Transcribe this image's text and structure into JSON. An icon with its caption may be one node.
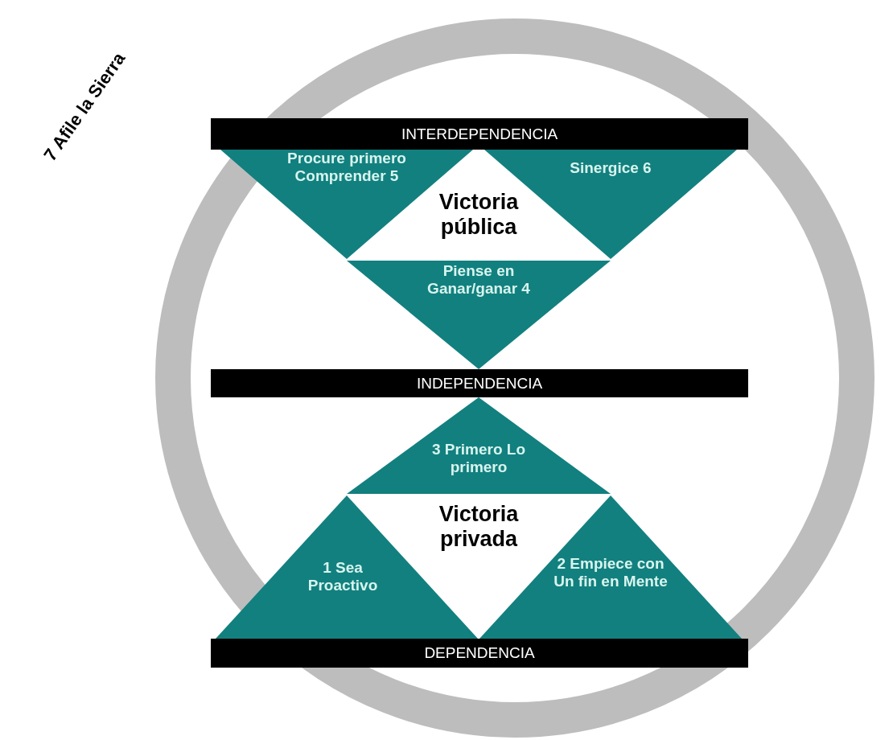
{
  "diagram": {
    "nodes": [
      {
        "text": [
          "7 Afile la Sierra"
        ]
      },
      {
        "text": [
          "INTERDEPENDENCIA"
        ],
        "in": 0
      },
      {
        "text": [
          "Procure primero Comprender 5"
        ],
        "in": 0
      },
      {
        "text": [
          "Sinergice 6"
        ],
        "in": 0
      },
      {
        "text": [
          "Victoria pública"
        ],
        "in": 0
      },
      {
        "text": [
          "Piense en Ganar/ganar 4"
        ],
        "in": 0
      },
      {
        "text": [
          "INDEPENDENCIA"
        ],
        "in": 0
      },
      {
        "text": [
          "3 Primero Lo primero"
        ],
        "in": 0
      },
      {
        "text": [
          "Victoria privada"
        ],
        "in": 0
      },
      {
        "text": [
          "1 Sea Proactivo"
        ],
        "in": 0
      },
      {
        "text": [
          "2 Empiece con Un fin en Mente"
        ],
        "in": 0
      },
      {
        "text": [
          "DEPENDENCIA"
        ],
        "in": 0
      }
    ]
  }
}
